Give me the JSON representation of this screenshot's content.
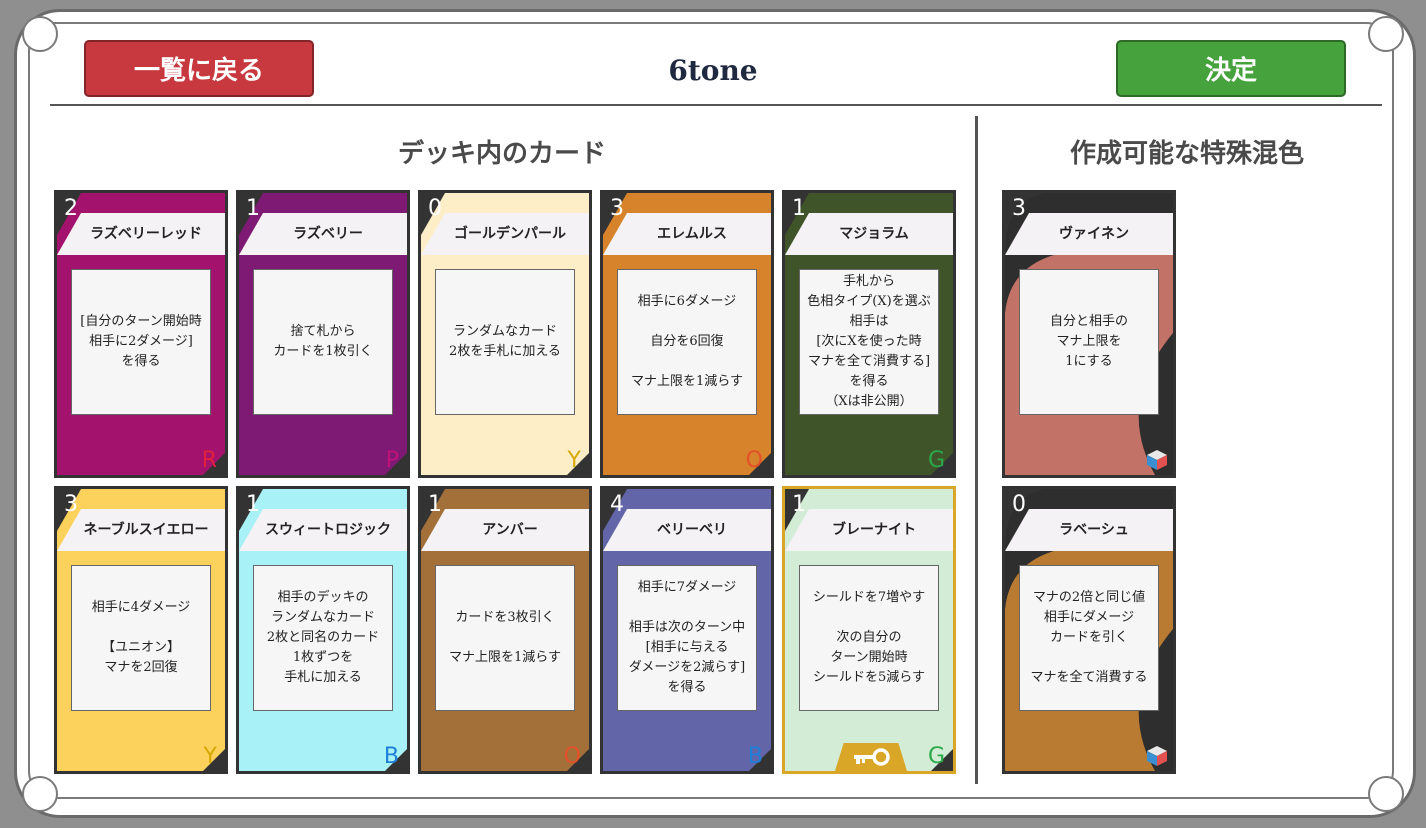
{
  "header": {
    "back_label": "一覧に戻る",
    "title": "6tone",
    "confirm_label": "決定"
  },
  "sections": {
    "deck_title": "デッキ内のカード",
    "mix_title": "作成可能な特殊混色"
  },
  "deck_cards": [
    {
      "cost": "2",
      "name": "ラズベリーレッド",
      "text": "[自分のターン開始時\n相手に2ダメージ]\nを得る",
      "color_letter": "R",
      "bg": "#a3136e",
      "letter_color": "#e21f3c"
    },
    {
      "cost": "1",
      "name": "ラズベリー",
      "text": "捨て札から\nカードを1枚引く",
      "color_letter": "P",
      "bg": "#7e1a73",
      "letter_color": "#c0117a"
    },
    {
      "cost": "0",
      "name": "ゴールデンパール",
      "text": "ランダムなカード\n2枚を手札に加える",
      "color_letter": "Y",
      "bg": "#fdeec7",
      "letter_color": "#d8a800"
    },
    {
      "cost": "3",
      "name": "エレムルス",
      "text": "相手に6ダメージ\n\n自分を6回復\n\nマナ上限を1減らす",
      "color_letter": "O",
      "bg": "#d6832b",
      "letter_color": "#e4502a"
    },
    {
      "cost": "1",
      "name": "マジョラム",
      "text": "手札から\n色相タイプ(X)を選ぶ\n相手は\n[次にXを使った時\nマナを全て消費する]\nを得る\n（Xは非公開）",
      "color_letter": "G",
      "bg": "#3f5429",
      "letter_color": "#2aa84a"
    },
    {
      "cost": "3",
      "name": "ネーブルスイエロー",
      "text": "相手に4ダメージ\n\n【ユニオン】\nマナを2回復",
      "color_letter": "Y",
      "bg": "#fdd25c",
      "letter_color": "#d8a800"
    },
    {
      "cost": "1",
      "name": "スウィートロジック",
      "text": "相手のデッキの\nランダムなカード\n2枚と同名のカード\n1枚ずつを\n手札に加える",
      "color_letter": "B",
      "bg": "#a8f1f6",
      "letter_color": "#1f7fd8"
    },
    {
      "cost": "1",
      "name": "アンバー",
      "text": "カードを3枚引く\n\nマナ上限を1減らす",
      "color_letter": "O",
      "bg": "#a3703a",
      "letter_color": "#e4502a"
    },
    {
      "cost": "4",
      "name": "ベリーベリ",
      "text": "相手に7ダメージ\n\n相手は次のターン中\n[相手に与える\nダメージを2減らす]\nを得る",
      "color_letter": "B",
      "bg": "#6266a8",
      "letter_color": "#1f7fd8"
    },
    {
      "cost": "1",
      "name": "ブレーナイト",
      "text": "シールドを7増やす\n\n次の自分の\nターン開始時\nシールドを5減らす",
      "color_letter": "G",
      "bg": "#d3ecd6",
      "letter_color": "#2aa84a",
      "selected": true,
      "key": true
    }
  ],
  "mix_cards": [
    {
      "cost": "3",
      "name": "ヴァイネン",
      "text": "自分と相手の\nマナ上限を\n1にする",
      "bg": "#c27266"
    },
    {
      "cost": "0",
      "name": "ラベーシュ",
      "text": "マナの2倍と同じ値\n相手にダメージ\nカードを引く\n\nマナを全て消費する",
      "bg": "#b97a32"
    }
  ],
  "icons": {
    "key": "key-icon",
    "mix": "color-cube-icon"
  }
}
